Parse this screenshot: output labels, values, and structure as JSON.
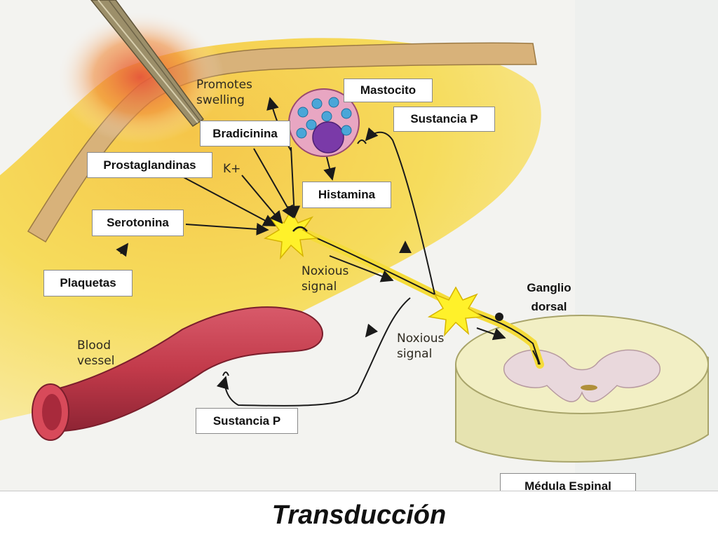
{
  "labels": {
    "mastocito": "Mastocito",
    "sustancia_p_top": "Sustancia P",
    "bradicinina": "Bradicinina",
    "prostaglandinas": "Prostaglandinas",
    "histamina": "Histamina",
    "serotonina": "Serotonina",
    "plaquetas": "Plaquetas",
    "ganglio_dorsal_line1": "Ganglio",
    "ganglio_dorsal_line2": "dorsal",
    "sustancia_p_bottom": "Sustancia P",
    "medula_espinal": "Médula Espinal"
  },
  "artwork_text": {
    "promotes_line1": "Promotes",
    "promotes_line2": "swelling",
    "k_plus": "K+",
    "noxious1_line1": "Noxious",
    "noxious1_line2": "signal",
    "noxious2_line1": "Noxious",
    "noxious2_line2": "signal",
    "blood_line1": "Blood",
    "blood_line2": "vessel"
  },
  "title": "Transducción",
  "colors": {
    "tissue_yellow": "#f3d64a",
    "skin_band": "#c9a46a",
    "injury_red": "#e5553a",
    "vessel_red": "#c23a4a",
    "spinal_cord": "#f2efc4",
    "grey_matter": "#e9d8dc",
    "mast_cell": "#e8a6c2",
    "granule_blue": "#4aa6d8",
    "nucleus_purple": "#7a3aa8",
    "nerve_yellow": "#f5dc3a"
  },
  "icons": [
    "needle-icon",
    "mast-cell-icon",
    "receptor-ending-icon",
    "spark-icon",
    "ganglion-cell-icon",
    "blood-vessel-icon",
    "spinal-cord-icon"
  ]
}
